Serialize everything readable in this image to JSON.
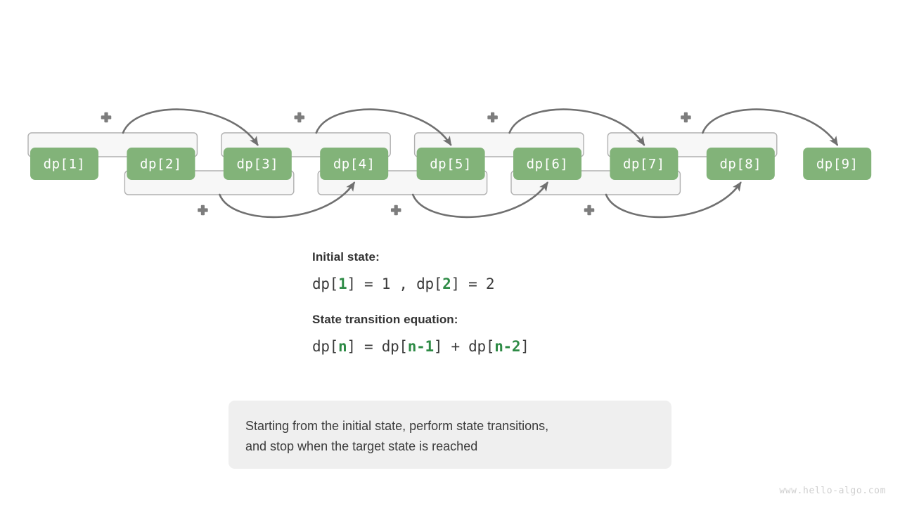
{
  "diagram": {
    "boxes": [
      {
        "label": "dp[1]"
      },
      {
        "label": "dp[2]"
      },
      {
        "label": "dp[3]"
      },
      {
        "label": "dp[4]"
      },
      {
        "label": "dp[5]"
      },
      {
        "label": "dp[6]"
      },
      {
        "label": "dp[7]"
      },
      {
        "label": "dp[8]"
      },
      {
        "label": "dp[9]"
      }
    ],
    "upper_brackets": [
      {
        "from": "dp[1]",
        "to": "dp[2]",
        "target": "dp[3]",
        "operator": "+"
      },
      {
        "from": "dp[3]",
        "to": "dp[4]",
        "target": "dp[5]",
        "operator": "+"
      },
      {
        "from": "dp[5]",
        "to": "dp[6]",
        "target": "dp[7]",
        "operator": "+"
      },
      {
        "from": "dp[7]",
        "to": "dp[8]",
        "target": "dp[9]",
        "operator": "+"
      }
    ],
    "lower_brackets": [
      {
        "from": "dp[2]",
        "to": "dp[3]",
        "target": "dp[4]",
        "operator": "+"
      },
      {
        "from": "dp[4]",
        "to": "dp[5]",
        "target": "dp[6]",
        "operator": "+"
      },
      {
        "from": "dp[6]",
        "to": "dp[7]",
        "target": "dp[8]",
        "operator": "+"
      }
    ],
    "colors": {
      "box_fill": "#82b379",
      "box_text": "#ffffff",
      "bracket_fill": "#f7f7f7",
      "bracket_stroke": "#b0b0b0",
      "arrow": "#707070",
      "plus": "#7d7d7d"
    }
  },
  "initial_state": {
    "heading": "Initial state:",
    "formula_parts": [
      {
        "text": "dp[",
        "hl": false
      },
      {
        "text": "1",
        "hl": true
      },
      {
        "text": "] = 1 , dp[",
        "hl": false
      },
      {
        "text": "2",
        "hl": true
      },
      {
        "text": "] = 2",
        "hl": false
      }
    ],
    "formula_plain": "dp[1] = 1 , dp[2] = 2"
  },
  "transition": {
    "heading": "State transition equation:",
    "formula_parts": [
      {
        "text": "dp[",
        "hl": false
      },
      {
        "text": "n",
        "hl": true
      },
      {
        "text": "] = dp[",
        "hl": false
      },
      {
        "text": "n-1",
        "hl": true
      },
      {
        "text": "] + dp[",
        "hl": false
      },
      {
        "text": "n-2",
        "hl": true
      },
      {
        "text": "]",
        "hl": false
      }
    ],
    "formula_plain": "dp[n] = dp[n-1] + dp[n-2]"
  },
  "caption": {
    "line1": "Starting from the initial state, perform state transitions,",
    "line2": "and stop when the target state is reached"
  },
  "watermark": {
    "text": "www.hello-algo.com"
  }
}
